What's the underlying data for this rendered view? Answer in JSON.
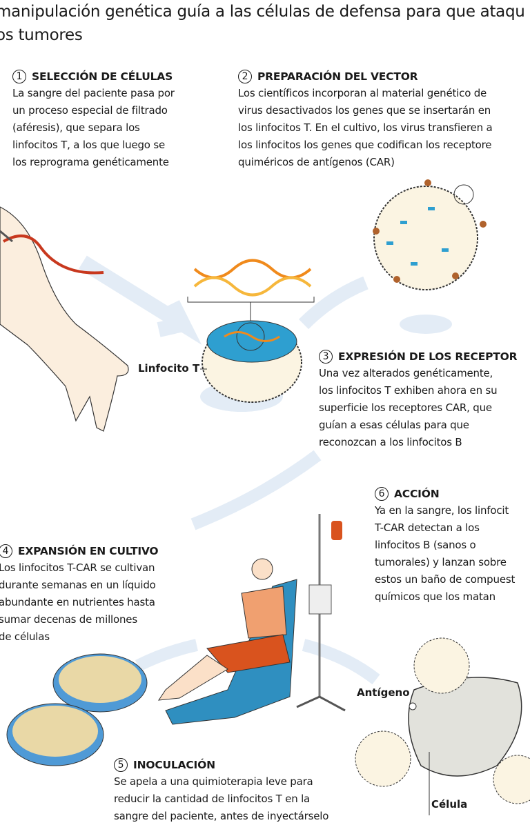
{
  "title": {
    "lines": [
      "manipulación genética guía a las células de defensa para que ataqu",
      "os tumores"
    ]
  },
  "steps": [
    {
      "number": "1",
      "heading": "SELECCIÓN DE CÉLULAS",
      "lines": [
        "La sangre del paciente pasa por",
        "un proceso especial de filtrado",
        "(aféresis), que separa los",
        "linfocitos T, a los que luego se",
        "los reprograma genéticamente"
      ]
    },
    {
      "number": "2",
      "heading": "PREPARACIÓN DEL VECTOR",
      "lines": [
        "Los científicos incorporan al material genético de",
        "virus desactivados los genes que se insertarán en",
        "los linfocitos T. En el cultivo, los virus transfieren a",
        "los linfocitos los genes que codifican los receptore",
        "quiméricos de antígenos (CAR)"
      ]
    },
    {
      "number": "3",
      "heading": "EXPRESIÓN DE LOS RECEPTOR",
      "lines": [
        "Una vez alterados genéticamente,",
        "los linfocitos T exhiben ahora en su",
        "superficie los receptores CAR, que",
        "guían a esas células para que",
        "reconozcan a los linfocitos B"
      ]
    },
    {
      "number": "4",
      "heading": "EXPANSIÓN EN CULTIVO",
      "lines": [
        "Los linfocitos T-CAR se cultivan",
        "durante semanas en un líquido",
        "abundante en nutrientes hasta",
        "sumar decenas de millones",
        "de células"
      ]
    },
    {
      "number": "5",
      "heading": "INOCULACIÓN",
      "lines": [
        "Se apela a una quimioterapia leve para",
        "reducir la cantidad de linfocitos T en la",
        "sangre del paciente, antes de inyectárselo"
      ]
    },
    {
      "number": "6",
      "heading": "ACCIÓN",
      "lines": [
        "Ya en la sangre, los linfocit",
        "T-CAR detectan a los",
        "linfocitos B (sanos o",
        "tumorales) y lanzan sobre",
        "estos un baño de compuest",
        "químicos que los matan"
      ]
    }
  ],
  "labels": {
    "t_cell": "Linfocito T",
    "antigen": "Antígeno",
    "cell": "Célula"
  },
  "colors": {
    "arrow": "#e3ecf6",
    "cell_blue": "#2e9fd0",
    "dna_orange": "#f08a1c",
    "blood_red": "#c8381e",
    "dish_blue": "#4f9ad6",
    "dish_cream": "#e9d8a6",
    "shirt": "#f0a070",
    "shorts": "#d9531e",
    "chair": "#2f8fc0"
  }
}
